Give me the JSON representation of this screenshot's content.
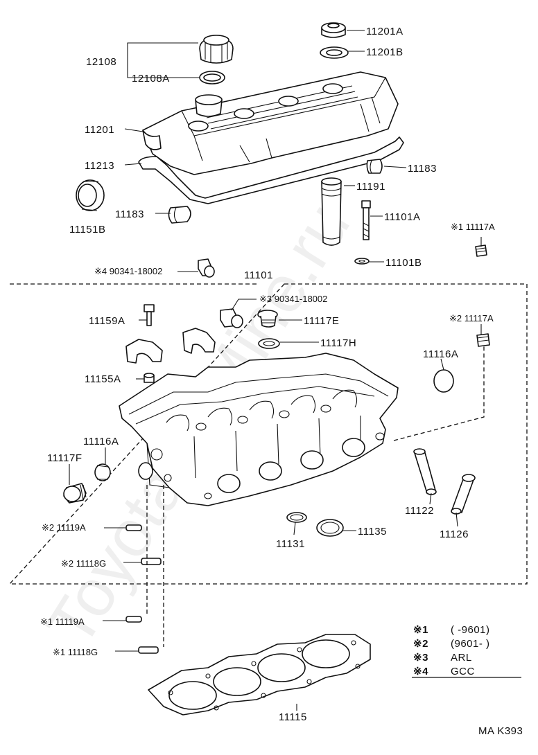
{
  "labels": {
    "p12108": "12108",
    "p12108A": "12108A",
    "p11201A": "11201A",
    "p11201B": "11201B",
    "p11201": "11201",
    "p11213": "11213",
    "p11183a": "11183",
    "p11183b": "11183",
    "p11151B": "11151B",
    "p11191": "11191",
    "p11101A": "11101A",
    "p11101B": "11101B",
    "p11117A_1": "※1 11117A",
    "p90341_4": "※4 90341-18002",
    "p11101": "11101",
    "p90341_3": "※3 90341-18002",
    "p11159A": "11159A",
    "p11117E": "11117E",
    "p11117H": "11117H",
    "p11117A_2": "※2 11117A",
    "p11116A_r": "11116A",
    "p11155A": "11155A",
    "p11116A_l": "11116A",
    "p11117F": "11117F",
    "p11119A_2": "※2 11119A",
    "p11118G_2": "※2 11118G",
    "p11122": "11122",
    "p11126": "11126",
    "p11131": "11131",
    "p11135": "11135",
    "p11119A_1": "※1 11119A",
    "p11118G_1": "※1 11118G",
    "p11115": "11115"
  },
  "legend": [
    {
      "mark": "※1",
      "text": "(        -9601)"
    },
    {
      "mark": "※2",
      "text": "(9601-        )"
    },
    {
      "mark": "※3",
      "text": "ARL"
    },
    {
      "mark": "※4",
      "text": "GCC"
    }
  ],
  "code": "MA K393",
  "watermark": "ToyotaOnMine.ru"
}
